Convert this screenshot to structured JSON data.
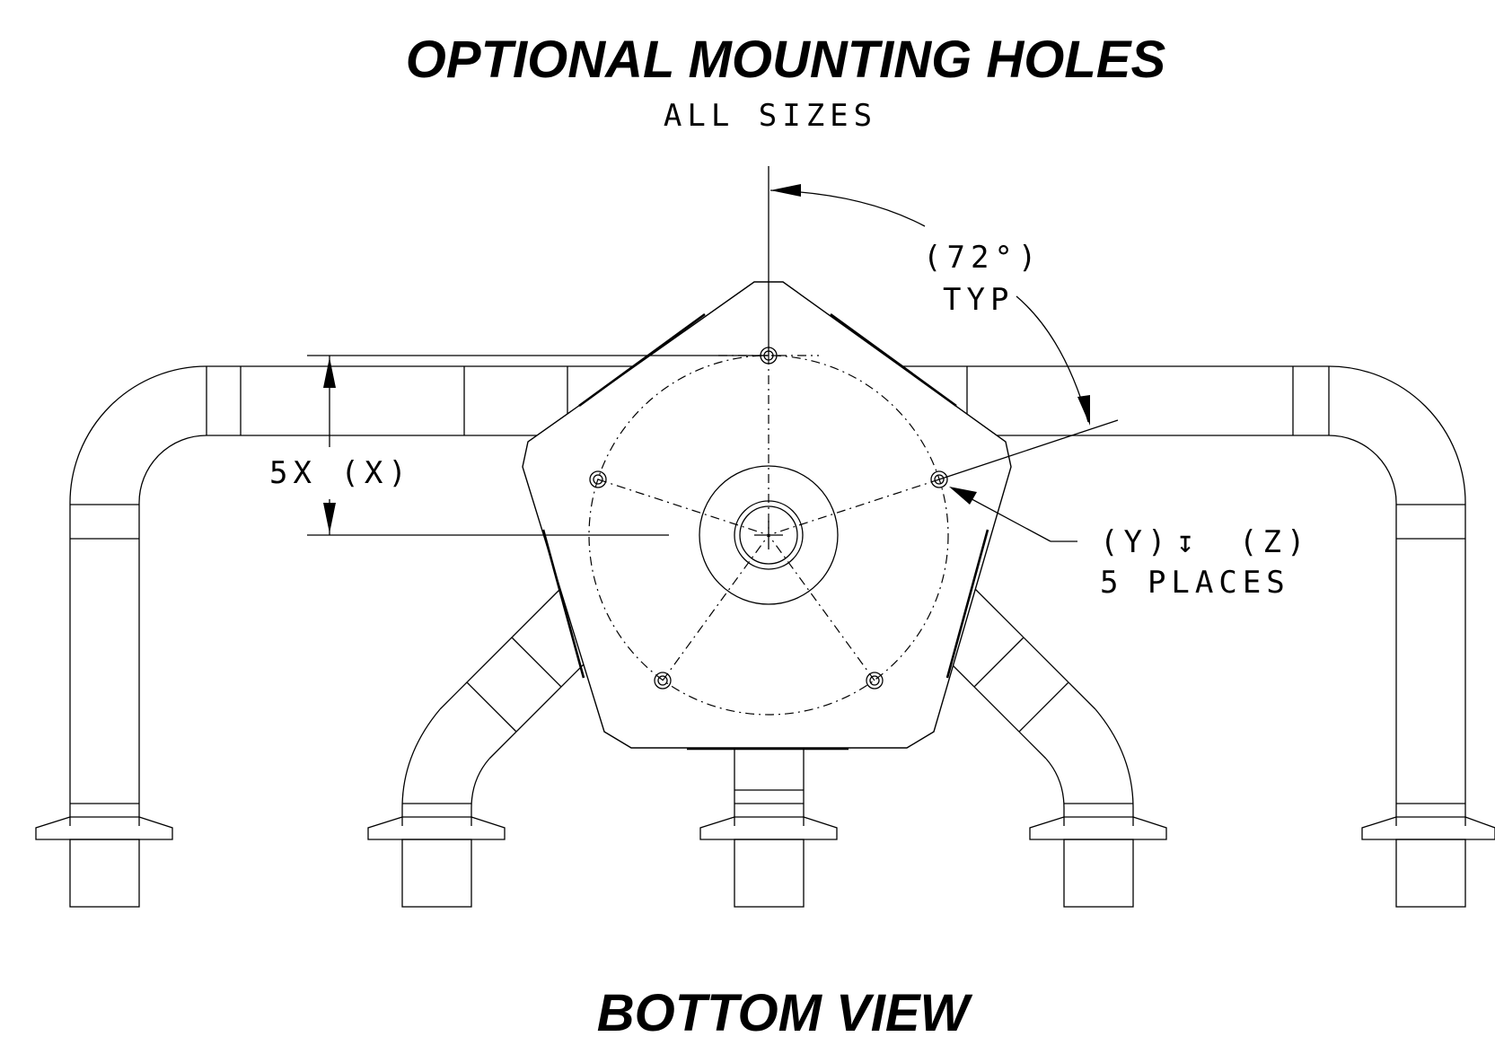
{
  "title": "OPTIONAL MOUNTING HOLES",
  "subtitle": "ALL SIZES",
  "view_label": "BOTTOM VIEW",
  "annotations": {
    "angle": "(72°)",
    "angle_typ": "TYP",
    "dimension": "5X (X)",
    "hole_spec_left": "(Y)",
    "hole_spec_symbol": "↧",
    "hole_spec_right": "(Z)",
    "hole_count": "5 PLACES"
  }
}
